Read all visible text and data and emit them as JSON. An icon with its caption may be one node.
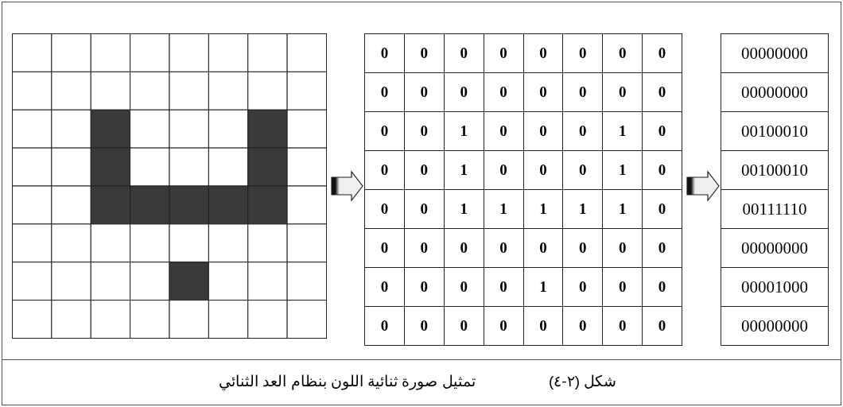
{
  "diagram": {
    "caption": "تمثيل صورة ثنائية اللون بنظام العد الثنائي",
    "nodes": [
      {
        "text": [],
        "shape": "picture"
      },
      {
        "text": [
          "0",
          "0",
          "0",
          "0",
          "0",
          "0",
          "0",
          "0",
          "0",
          "0",
          "0",
          "0",
          "0",
          "0",
          "0",
          "0",
          "0",
          "0",
          "1",
          "0",
          "0",
          "0",
          "1",
          "0",
          "0",
          "0",
          "1",
          "0",
          "0",
          "0",
          "1",
          "0",
          "0",
          "0",
          "1",
          "1",
          "1",
          "1",
          "1",
          "0",
          "0",
          "0",
          "0",
          "0",
          "0",
          "0",
          "0",
          "0",
          "0",
          "0",
          "0",
          "0",
          "1",
          "0",
          "0",
          "0",
          "0",
          "0",
          "0",
          "0",
          "0",
          "0",
          "0",
          "0"
        ]
      },
      {
        "text": [
          "00000000",
          "00000000",
          "00100010",
          "00100010",
          "00111110",
          "00000000",
          "00001000",
          "00000000"
        ]
      }
    ],
    "edges": [
      {
        "from": 0,
        "to": 1,
        "arrow": "to"
      },
      {
        "from": 1,
        "to": 2,
        "arrow": "to"
      }
    ],
    "labels": [
      "شكل (٢-٤)"
    ]
  }
}
